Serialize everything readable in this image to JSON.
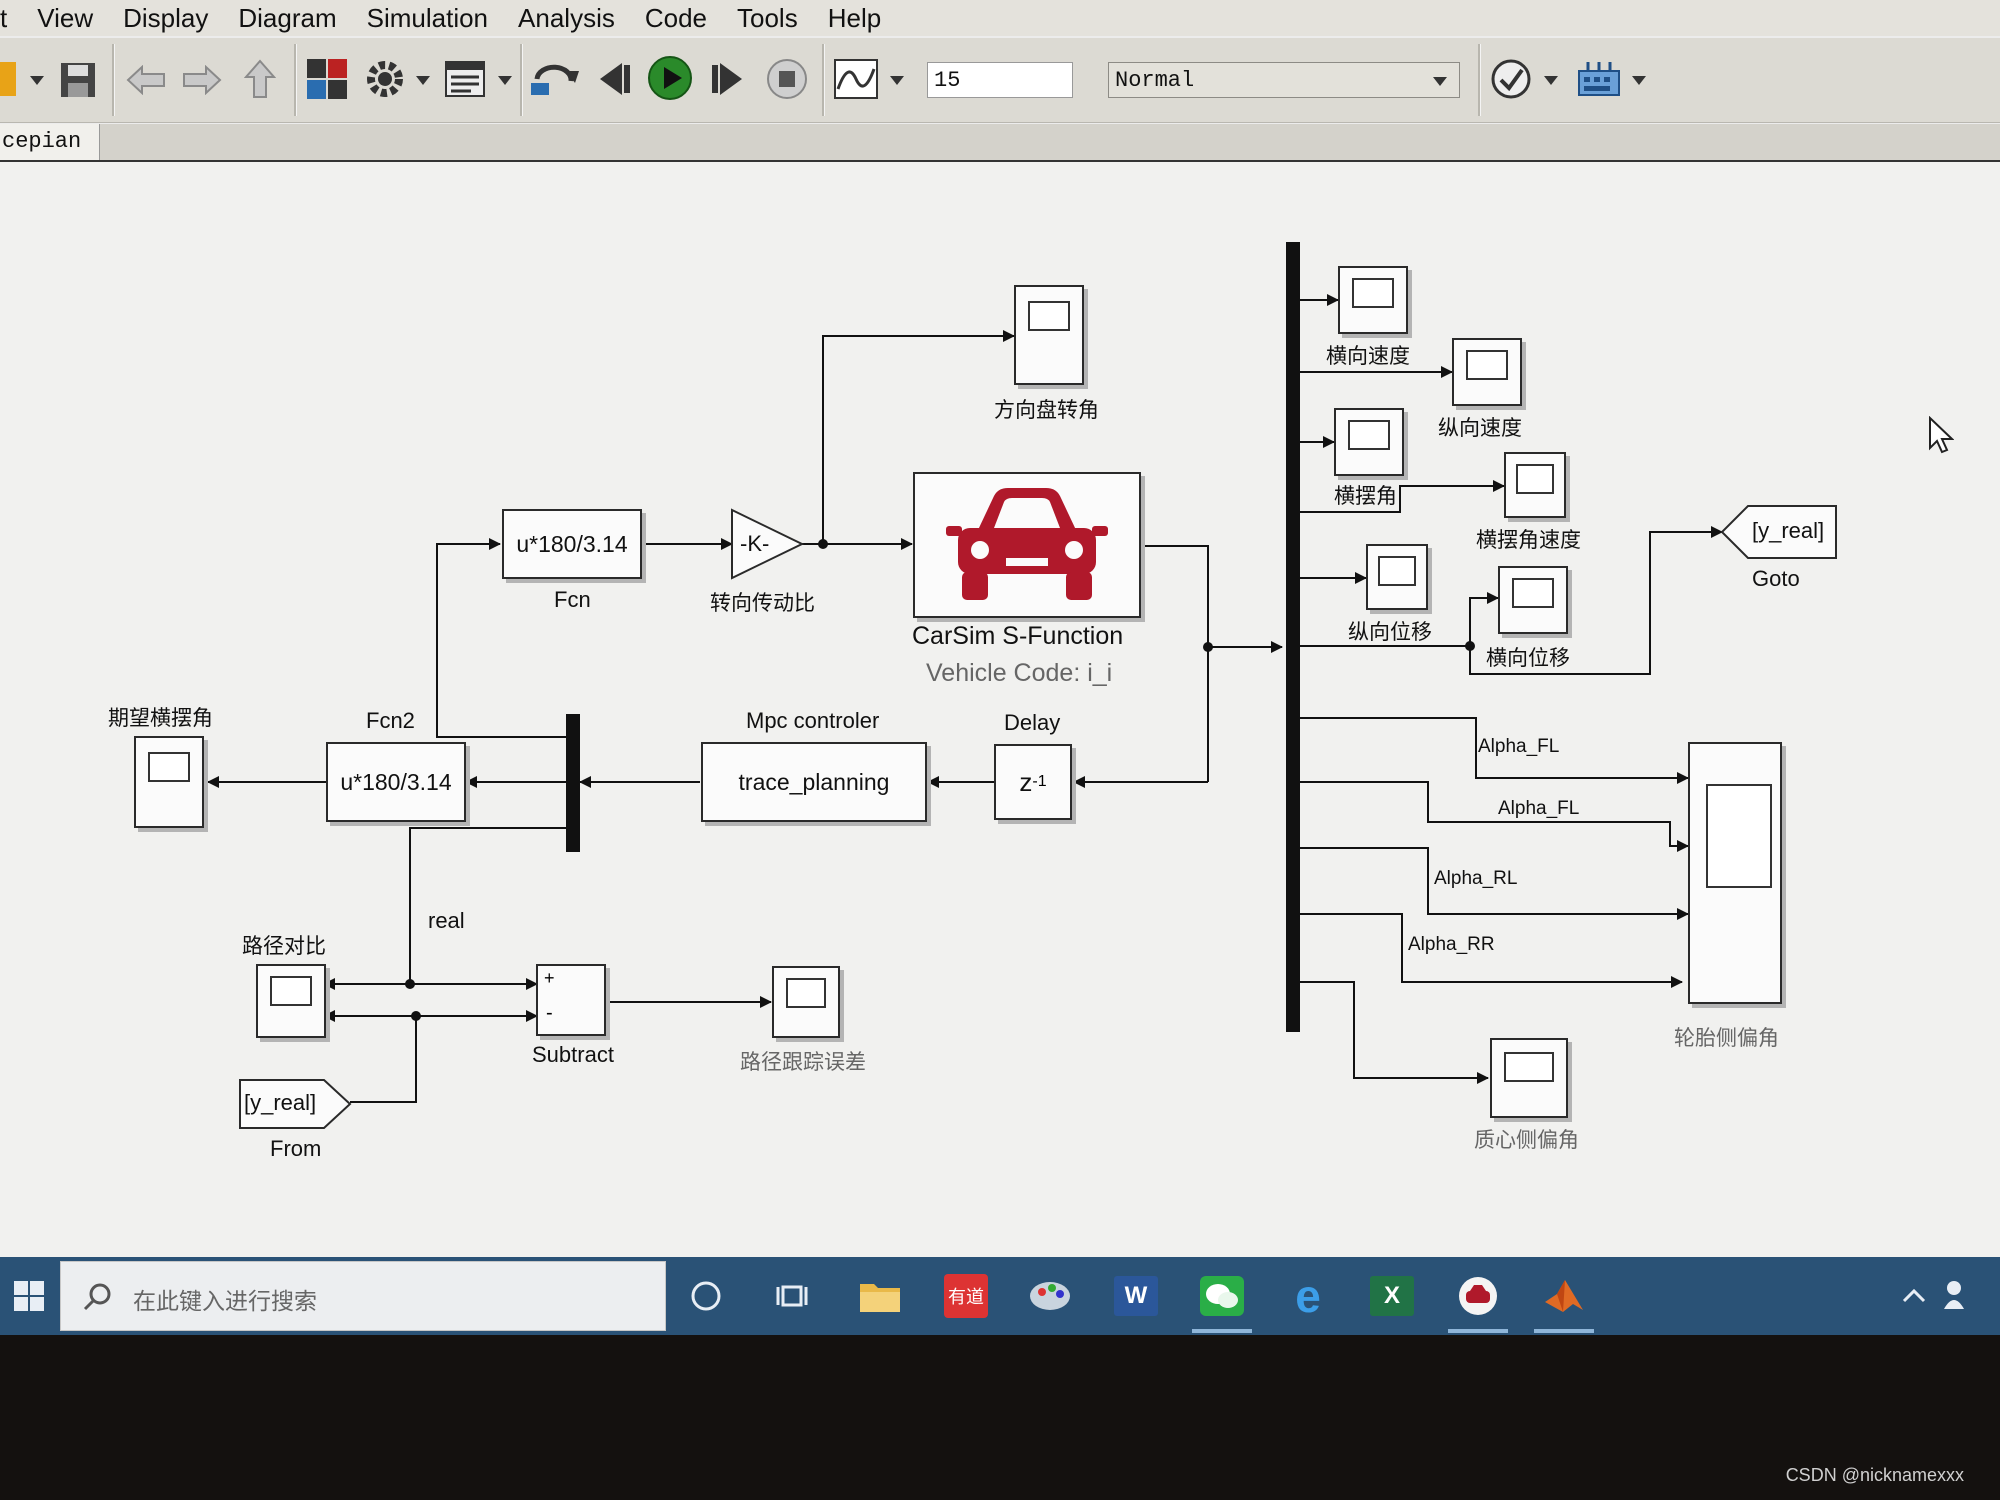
{
  "menu": {
    "items": [
      "t",
      "View",
      "Display",
      "Diagram",
      "Simulation",
      "Analysis",
      "Code",
      "Tools",
      "Help"
    ]
  },
  "toolbar": {
    "icons": [
      "open-dropdown-icon",
      "save-icon",
      "back-arrow-icon",
      "forward-arrow-icon",
      "up-arrow-icon",
      "library-browser-icon",
      "model-settings-icon",
      "model-explorer-icon",
      "update-diagram-icon",
      "step-back-icon",
      "run-icon",
      "step-forward-icon",
      "stop-icon",
      "data-inspector-icon",
      "model-advisor-icon",
      "hardware-settings-icon"
    ],
    "stop_time": "15",
    "sim_mode": "Normal"
  },
  "tabs": {
    "active": "cepian"
  },
  "diagram": {
    "blocks": {
      "fcn": {
        "expr": "u*180/3.14",
        "name": "Fcn"
      },
      "fcn2": {
        "expr": "u*180/3.14",
        "name": "Fcn2"
      },
      "gain": {
        "expr": "-K-",
        "name": "转向传动比"
      },
      "carsim": {
        "name": "CarSim S-Function",
        "sub": "Vehicle Code: i_i"
      },
      "mpc": {
        "expr": "trace_planning",
        "name": "Mpc controler"
      },
      "delay": {
        "expr": "z",
        "exp": "-1",
        "name": "Delay"
      },
      "subtract": {
        "name": "Subtract",
        "plus": "+",
        "minus": "-"
      },
      "goto": {
        "tag": "[y_real]",
        "name": "Goto"
      },
      "from": {
        "tag": "[y_real]",
        "name": "From"
      }
    },
    "scopes": {
      "steering": "方向盘转角",
      "desired_yaw": "期望横摆角",
      "path_compare": "路径对比",
      "tracking_error": "路径跟踪误差",
      "lateral_speed": "横向速度",
      "longitudinal_speed": "纵向速度",
      "yaw_angle": "横摆角",
      "yaw_rate": "横摆角速度",
      "longitudinal_disp": "纵向位移",
      "lateral_disp": "横向位移",
      "tire_slip": "轮胎侧偏角",
      "sideslip": "质心侧偏角"
    },
    "signals": {
      "real": "real",
      "alpha": [
        "Alpha_FL",
        "Alpha_FL",
        "Alpha_RL",
        "Alpha_RR"
      ]
    }
  },
  "taskbar": {
    "search_placeholder": "在此键入进行搜索",
    "apps": [
      {
        "name": "cortana-icon"
      },
      {
        "name": "task-view-icon"
      },
      {
        "name": "file-explorer-icon"
      },
      {
        "name": "youdao-icon",
        "label": "有道"
      },
      {
        "name": "paint-icon"
      },
      {
        "name": "word-icon",
        "label": "W"
      },
      {
        "name": "wechat-icon"
      },
      {
        "name": "edge-icon",
        "label": "e"
      },
      {
        "name": "excel-icon",
        "label": "X"
      },
      {
        "name": "carsim-icon"
      },
      {
        "name": "matlab-icon"
      }
    ]
  },
  "watermark": "CSDN @nicknamexxx",
  "colors": {
    "carsim_red": "#b0192b",
    "taskbar": "#2a5276",
    "run_green": "#2a8a2a"
  }
}
